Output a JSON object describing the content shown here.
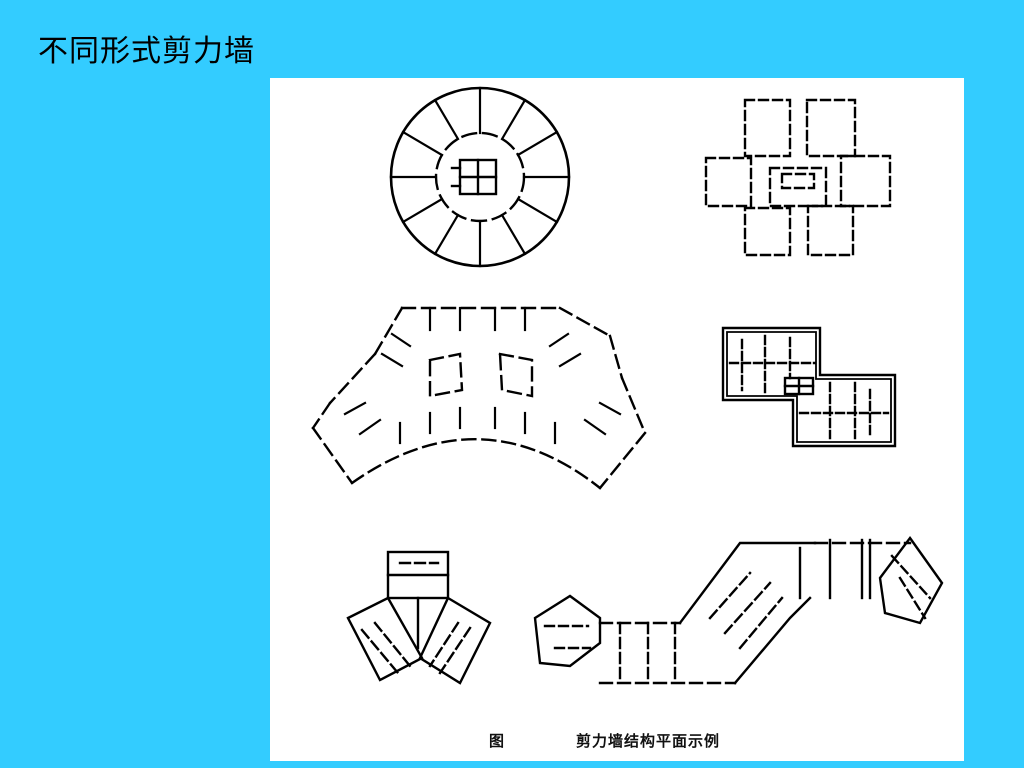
{
  "slide": {
    "title": "不同形式剪力墙"
  },
  "figure": {
    "caption_label": "图",
    "caption_text": "剪力墙结构平面示例"
  },
  "colors": {
    "background": "#33ccff",
    "panel": "#ffffff",
    "ink": "#000000"
  }
}
